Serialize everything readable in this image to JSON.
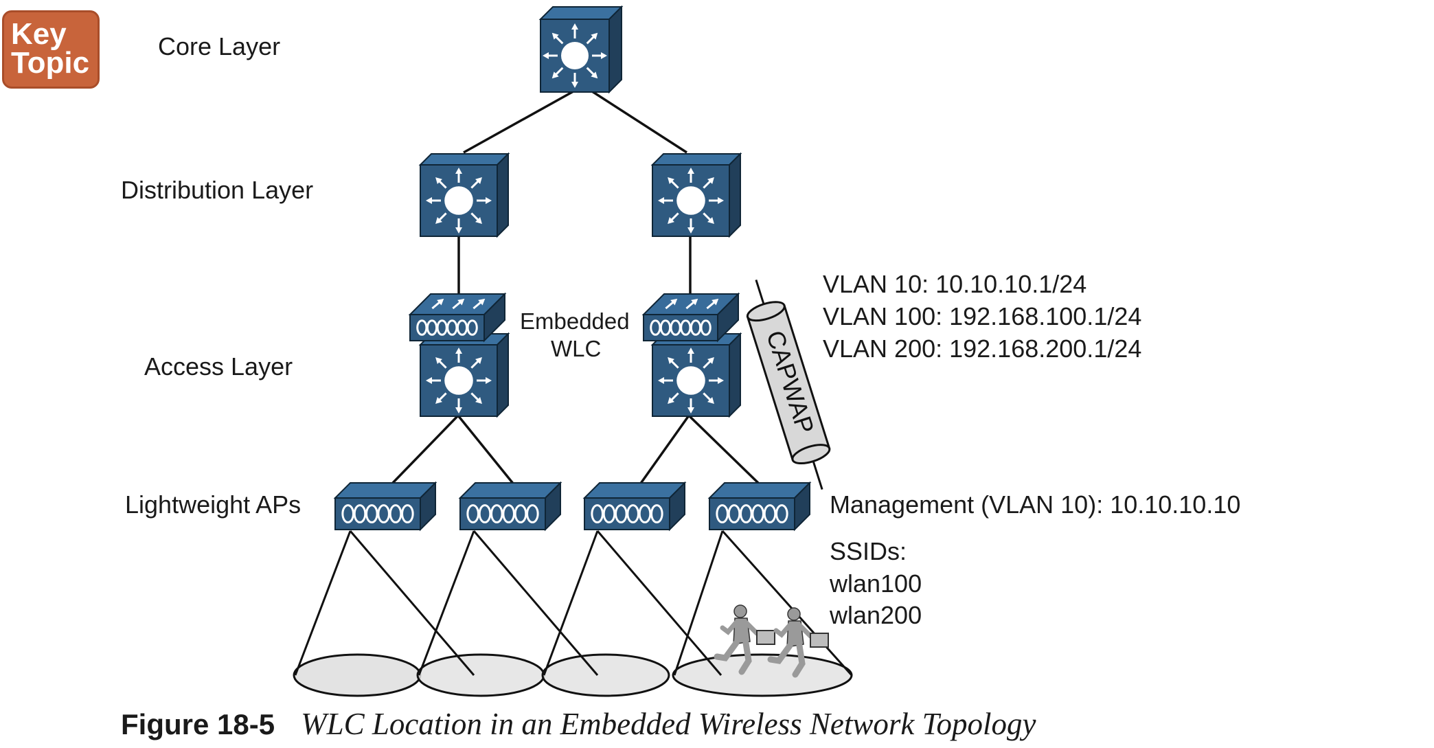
{
  "badge": {
    "line1": "Key",
    "line2": "Topic"
  },
  "layers": {
    "core": "Core Layer",
    "distribution": "Distribution Layer",
    "access": "Access Layer",
    "aps": "Lightweight APs"
  },
  "wlc_label": {
    "line1": "Embedded",
    "line2": "WLC"
  },
  "tunnel_label": "CAPWAP",
  "vlans": [
    "VLAN 10: 10.10.10.1/24",
    "VLAN 100: 192.168.100.1/24",
    "VLAN 200: 192.168.200.1/24"
  ],
  "management": "Management (VLAN 10): 10.10.10.10",
  "ssids": {
    "heading": "SSIDs:",
    "items": [
      "wlan100",
      "wlan200"
    ]
  },
  "caption": {
    "number": "Figure 18-5",
    "title": "WLC Location in an Embedded Wireless Network Topology"
  },
  "colors": {
    "device": "#2f5a80",
    "badge": "#c8643b",
    "coverage": "#e3e3e3",
    "tunnel": "#d8d8d8",
    "people": "#9a9a9a"
  }
}
